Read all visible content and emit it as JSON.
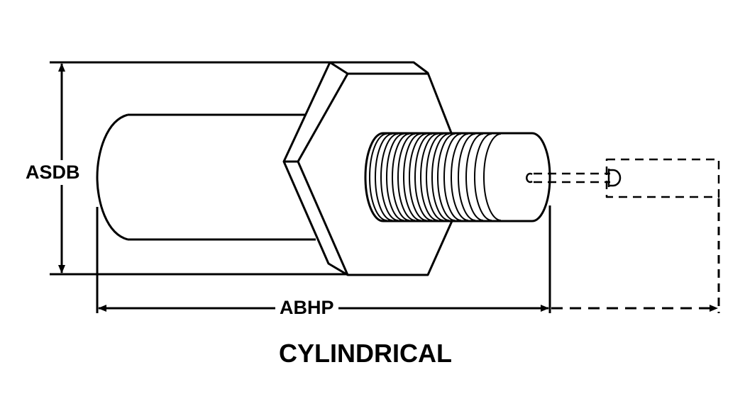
{
  "labels": {
    "height_dimension": "ASDB",
    "length_dimension": "ABHP",
    "title": "CYLINDRICAL"
  },
  "colors": {
    "line": "#000000",
    "background": "#ffffff"
  }
}
